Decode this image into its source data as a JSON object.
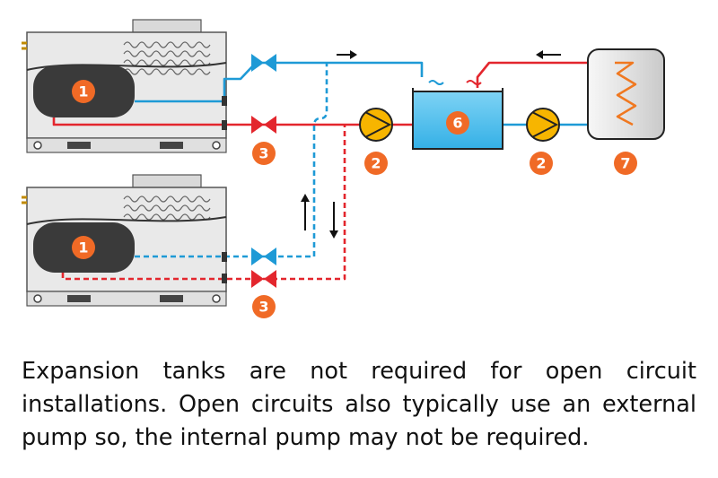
{
  "diagram": {
    "labels": {
      "chiller_top": "1",
      "chiller_bottom": "1",
      "valve_top": "3",
      "valve_bottom": "3",
      "pump_left": "2",
      "pump_right": "2",
      "tank": "6",
      "heat_exchanger": "7"
    },
    "colors": {
      "supply_cold": "#1e9ad6",
      "return_hot": "#e3262d",
      "badge": "#f06a26",
      "pump": "#f7b500",
      "tank_water": "#4fc3f0",
      "chiller_body": "#e8e8e8",
      "tank_dark": "#3a3a3a"
    }
  },
  "caption": {
    "text": "Expansion tanks are not required for open circuit installations. Open circuits also typically use an external pump so, the internal pump may not be required."
  }
}
